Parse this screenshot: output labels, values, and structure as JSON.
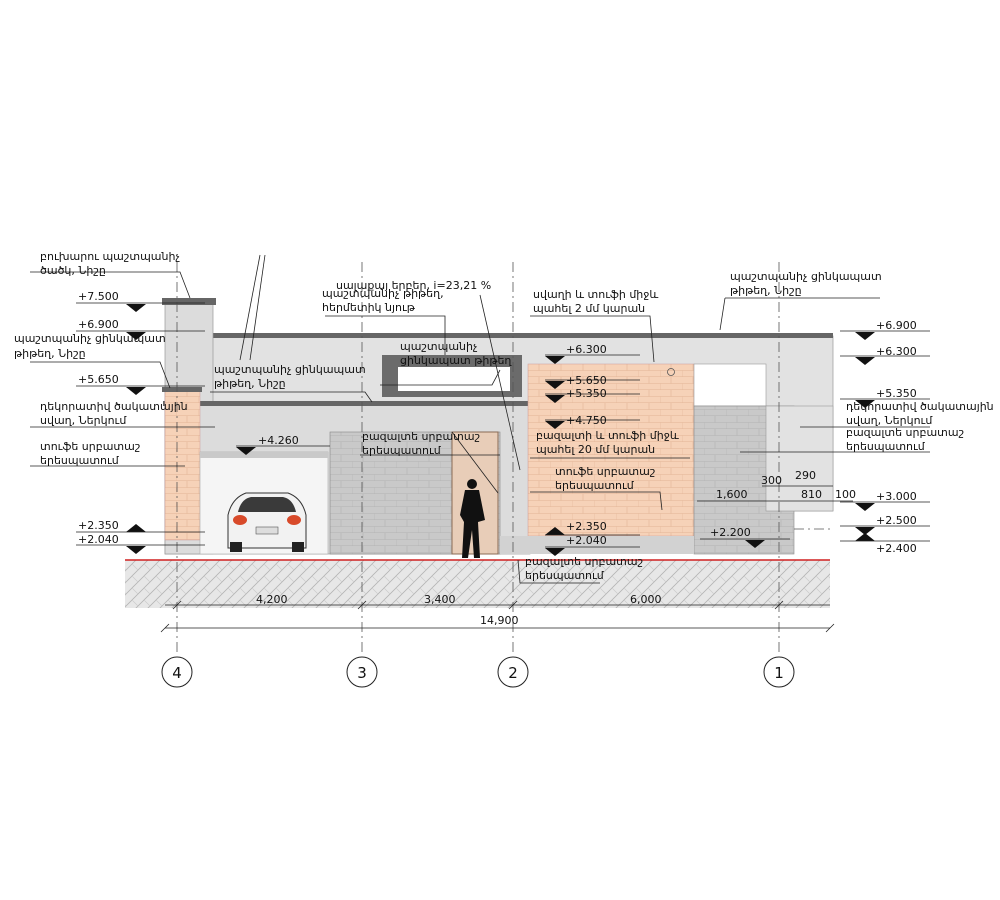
{
  "colors": {
    "plaster": "#e2e2e2",
    "tuff": "#f6d2b8",
    "basalt": "#c7c7c7",
    "ground": "#e7e7e7",
    "ground_line": "#d02020",
    "roof_edge": "#666666"
  },
  "elevations_left": [
    "+7.500",
    "+6.900",
    "+5.650",
    "+2.350",
    "+2.040"
  ],
  "elevations_center": [
    "+6.300",
    "+5.650",
    "+5.350",
    "+4.750",
    "+2.350",
    "+2.040"
  ],
  "elevations_right": [
    "+6.900",
    "+6.300",
    "+5.350",
    "+3.000",
    "+2.500",
    "+2.400"
  ],
  "elevation_misc": [
    "+4.260",
    "+2.200"
  ],
  "small_dims": [
    "300",
    "290",
    "1,600",
    "810",
    "100"
  ],
  "annotations": {
    "chimney": [
      "բուխարու պաշտպանիչ",
      "ծածկ, Նիշը"
    ],
    "parapet_left": [
      "պաշտպանիչ ցինկապատ",
      "թիթեղ, Նիշը"
    ],
    "decor_left": [
      "դեկորատիվ ծակատային",
      "սվաղ, Ներկում"
    ],
    "tuff_left": [
      "տուֆե սրբատաշ",
      "երեսպատում"
    ],
    "roof_mid": [
      "պաշտպանիչ ցինկապատ",
      "թիթեղ, Նիշը"
    ],
    "slope": "սալաքայ երբեր, i=23,21 %",
    "roof_membrane": [
      "պաշտպանիչ թիթեղ,",
      "հերմետիկ նյութ"
    ],
    "parapet_mid": [
      "պաշտպանիչ",
      "ցինկապատ թիթեղ"
    ],
    "basalt_center": [
      "բազալտե սրբատաշ",
      "երեսպատում"
    ],
    "joint_top": [
      "սվաղի և տուֆի միջև",
      "պահել 2 մմ կարան"
    ],
    "joint_mid": [
      "բազալտի և տուֆի միջև",
      "պահել 20 մմ կարան"
    ],
    "tuff_center": [
      "տուֆե սրբատաշ",
      "երեսպատում"
    ],
    "basalt_bottom": [
      "բազալտե սրբատաշ",
      "երեսպատում"
    ],
    "parapet_right": [
      "պաշտպանիչ ցինկապատ",
      "թիթեղ, Նիշը"
    ],
    "decor_right": [
      "դեկորատիվ ծակատային",
      "սվաղ, Ներկում"
    ],
    "basalt_right": [
      "բազալտե սրբատաշ",
      "երեսպատում"
    ]
  },
  "dimensions": {
    "spans": [
      "4,200",
      "3,400",
      "6,000"
    ],
    "total": "14,900"
  },
  "axes": [
    "4",
    "3",
    "2",
    "1"
  ]
}
